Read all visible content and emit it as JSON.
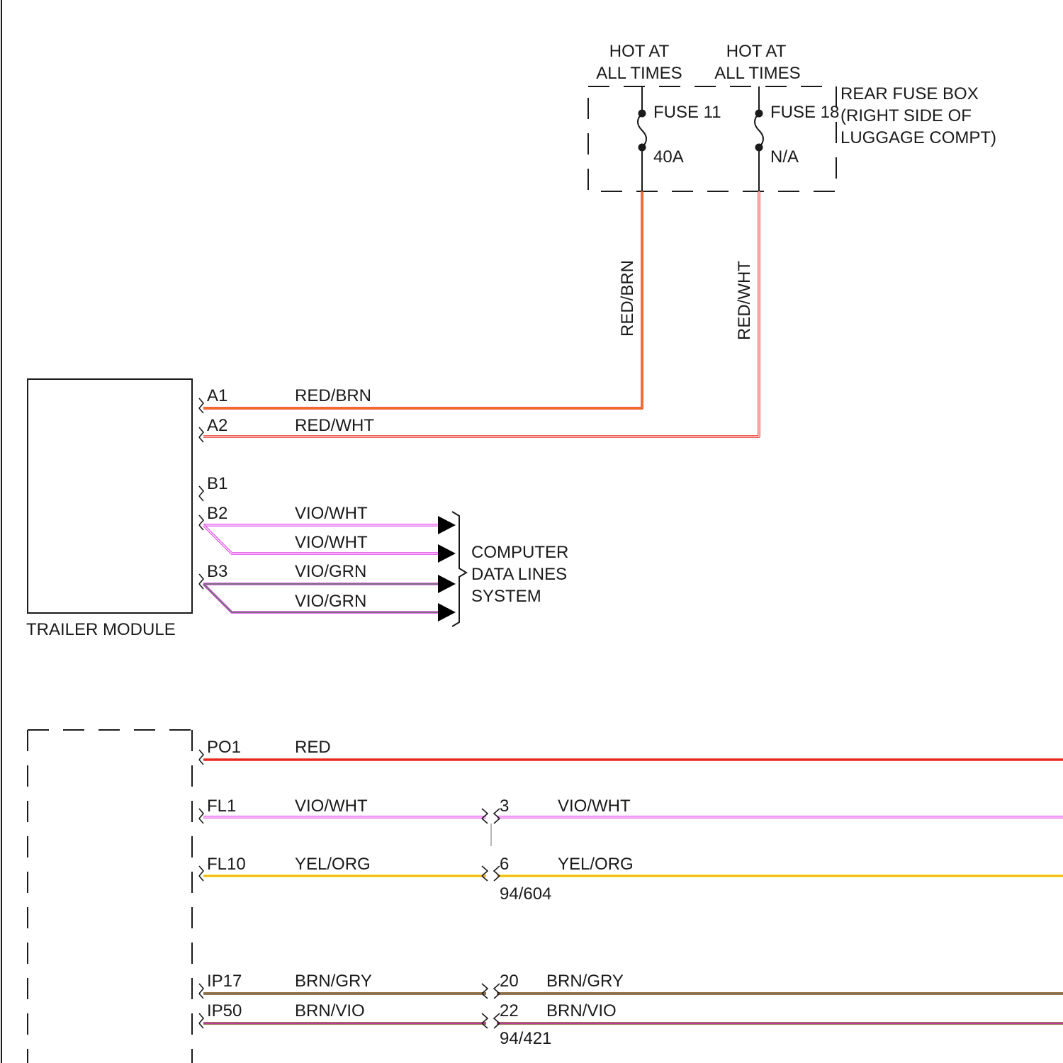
{
  "fuse_box": {
    "label_line1": "REAR FUSE BOX",
    "label_line2": "(RIGHT SIDE OF",
    "label_line3": "LUGGAGE COMPT)",
    "fuse_a": {
      "hot_line1": "HOT AT",
      "hot_line2": "ALL TIMES",
      "name": "FUSE 11",
      "rating": "40A"
    },
    "fuse_b": {
      "hot_line1": "HOT AT",
      "hot_line2": "ALL TIMES",
      "name": "FUSE 18",
      "rating": "N/A"
    }
  },
  "vertical_wires": {
    "left": "RED/BRN",
    "right": "RED/WHT"
  },
  "trailer_module": {
    "label": "TRAILER MODULE",
    "pins": {
      "a1": "A1",
      "a2": "A2",
      "b1": "B1",
      "b2": "B2",
      "b3": "B3"
    },
    "wires": {
      "a1": "RED/BRN",
      "a2": "RED/WHT",
      "b2_upper": "VIO/WHT",
      "b2_lower": "VIO/WHT",
      "b3_upper": "VIO/GRN",
      "b3_lower": "VIO/GRN"
    }
  },
  "data_lines": {
    "line1": "COMPUTER",
    "line2": "DATA LINES",
    "line3": "SYSTEM"
  },
  "lower_component": {
    "pins": {
      "po1": "PO1",
      "fl1": "FL1",
      "fl10": "FL10",
      "ip17": "IP17",
      "ip50": "IP50"
    },
    "wires": {
      "po1": "RED",
      "fl1": "VIO/WHT",
      "fl10": "YEL/ORG",
      "ip17": "BRN/GRY",
      "ip50": "BRN/VIO"
    }
  },
  "connector_94_604": {
    "id": "94/604",
    "pins": {
      "p3": "3",
      "p6": "6"
    },
    "wires": {
      "p3": "VIO/WHT",
      "p6": "YEL/ORG"
    }
  },
  "connector_94_421": {
    "id": "94/421",
    "pins": {
      "p20": "20",
      "p22": "22"
    },
    "wires": {
      "p20": "BRN/GRY",
      "p22": "BRN/VIO"
    }
  },
  "colors": {
    "red": "#e8281e",
    "brown": "#7a4a10",
    "violet": "#e038e8",
    "green": "#3a9a3a",
    "yellow": "#f2e418",
    "orange": "#f39a1c",
    "gray": "#8c8c8c",
    "white": "#ffffff"
  }
}
